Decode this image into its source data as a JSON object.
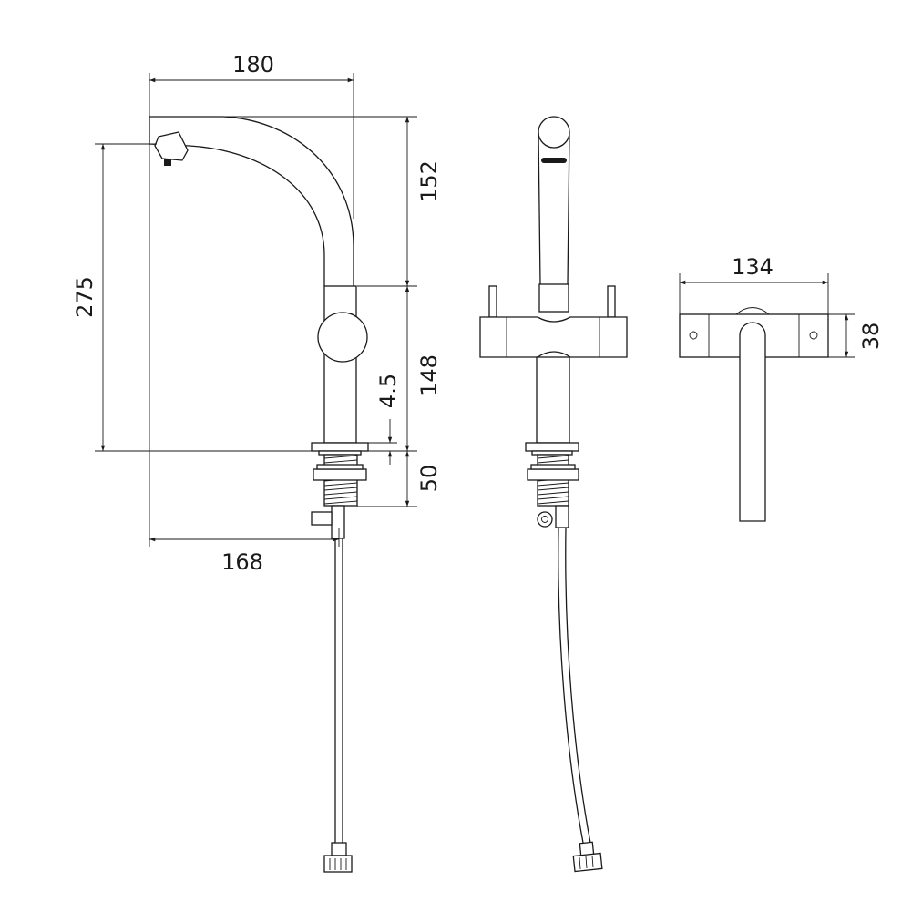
{
  "dimensions": {
    "width_top": "180",
    "height_spout": "152",
    "height_total": "275",
    "height_body": "148",
    "base_gap": "4.5",
    "thread_length": "50",
    "reach": "168",
    "width_top_view": "134",
    "depth_top_view": "38"
  },
  "colors": {
    "line": "#1a1a1a",
    "background": "#ffffff"
  }
}
